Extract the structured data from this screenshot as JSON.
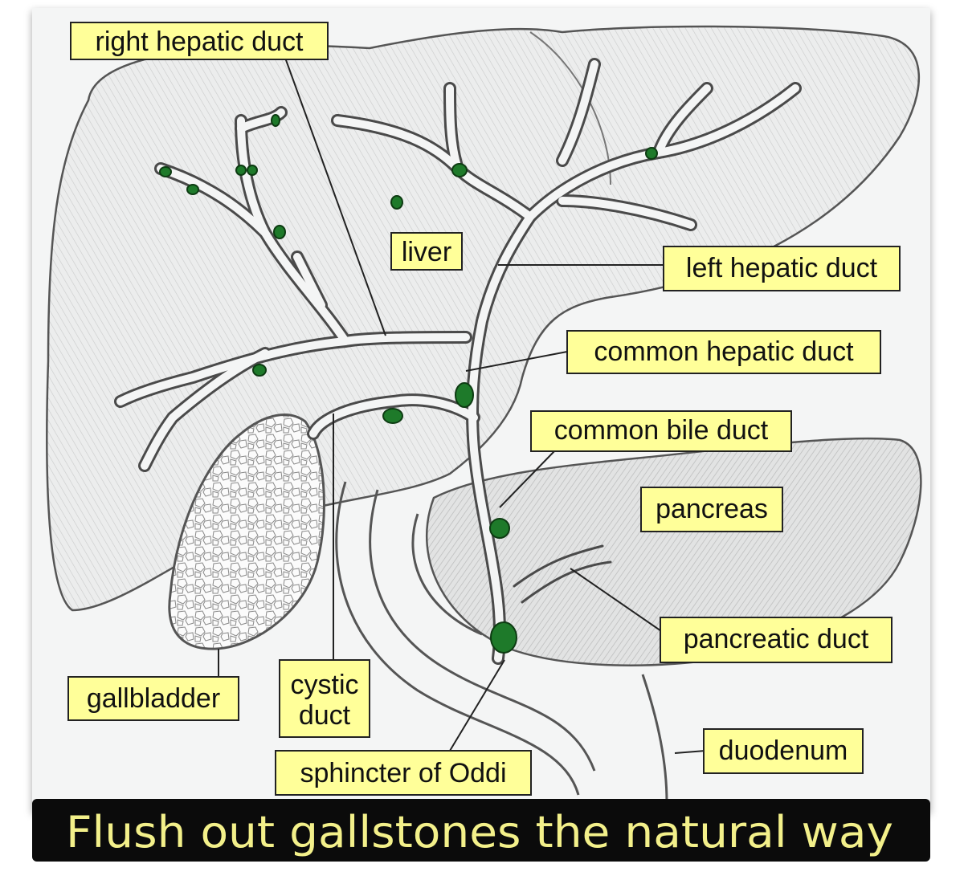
{
  "colors": {
    "paper": "#f4f5f5",
    "label_bg": "#ffff99",
    "label_border": "#222222",
    "stone": "#1e7a2a",
    "stone_edge": "#0d3b12",
    "duct_outline": "#4a4a4a",
    "organ_shade": "#d9d9d9",
    "banner_bg": "#0b0b0b",
    "banner_text": "#f3f08a"
  },
  "labels": {
    "right_hepatic_duct": "right hepatic duct",
    "liver": "liver",
    "left_hepatic_duct": "left hepatic duct",
    "common_hepatic_duct": "common hepatic duct",
    "common_bile_duct": "common bile duct",
    "pancreas": "pancreas",
    "pancreatic_duct": "pancreatic duct",
    "gallbladder": "gallbladder",
    "cystic_duct_line1": "cystic",
    "cystic_duct_line2": "duct",
    "sphincter_of_oddi": "sphincter of Oddi",
    "duodenum": "duodenum"
  },
  "banner": {
    "caption": "Flush out gallstones the natural way"
  }
}
